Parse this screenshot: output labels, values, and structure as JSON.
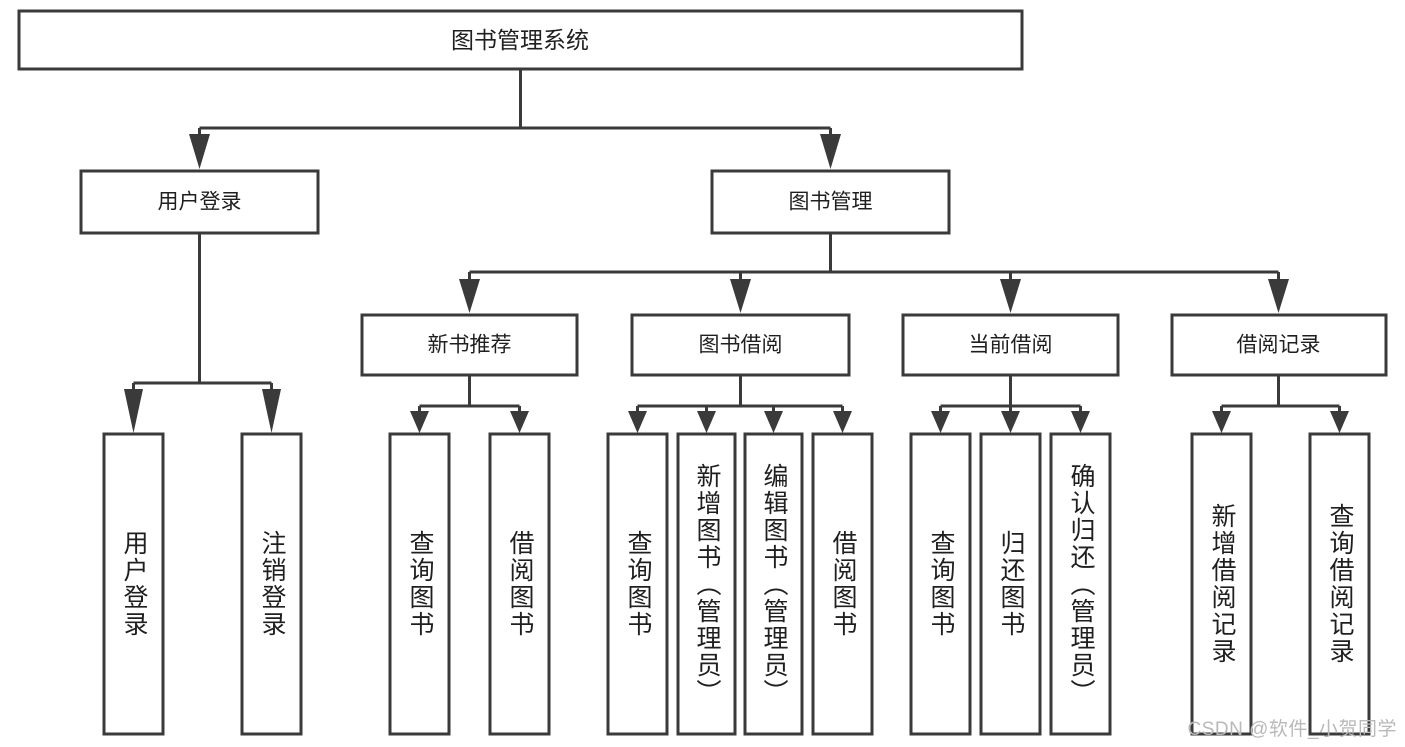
{
  "diagram": {
    "title": "图书管理系统",
    "type": "hierarchy-tree",
    "watermark": "CSDN @软件_小贺同学",
    "levels": {
      "root": {
        "label": "图书管理系统"
      },
      "level2": [
        {
          "label": "用户登录"
        },
        {
          "label": "图书管理"
        }
      ],
      "level3": [
        {
          "label": "新书推荐"
        },
        {
          "label": "图书借阅"
        },
        {
          "label": "当前借阅"
        },
        {
          "label": "借阅记录"
        }
      ],
      "leaves": {
        "user_login": [
          {
            "label": "用户登录"
          },
          {
            "label": "注销登录"
          }
        ],
        "new_book_recommend": [
          {
            "label": "查询图书"
          },
          {
            "label": "借阅图书"
          }
        ],
        "book_borrow": [
          {
            "label": "查询图书"
          },
          {
            "label": "新增图书（管理员）"
          },
          {
            "label": "编辑图书（管理员）"
          },
          {
            "label": "借阅图书"
          }
        ],
        "current_borrow": [
          {
            "label": "查询图书"
          },
          {
            "label": "归还图书"
          },
          {
            "label": "确认归还（管理员）"
          }
        ],
        "borrow_record": [
          {
            "label": "新增借阅记录"
          },
          {
            "label": "查询借阅记录"
          }
        ]
      }
    },
    "colors": {
      "box_border": "#3a3a3a",
      "box_fill": "#ffffff",
      "connector": "#3a3a3a",
      "text": "#1f1f1f",
      "watermark": "#b9b9b9",
      "background": "#ffffff"
    }
  }
}
